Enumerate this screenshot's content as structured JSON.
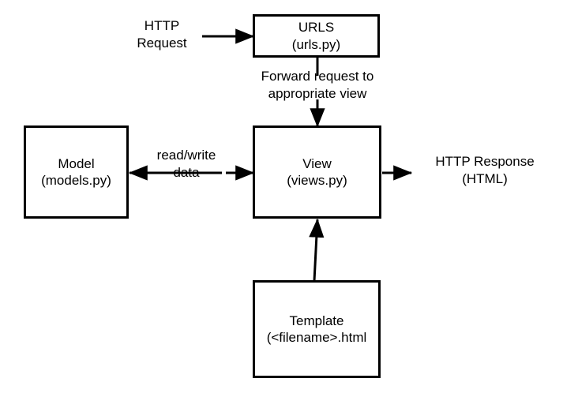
{
  "diagram": {
    "title": "Django MVT request/response flow",
    "background_color": "#ffffff",
    "stroke_color": "#000000",
    "text_color": "#000000",
    "nodes": [
      {
        "id": "urls",
        "line1": "URLS",
        "line2": "(urls.py)"
      },
      {
        "id": "model",
        "line1": "Model",
        "line2": "(models.py)"
      },
      {
        "id": "view",
        "line1": "View",
        "line2": "(views.py)"
      },
      {
        "id": "template",
        "line1": "Template",
        "line2": "(<filename>.html"
      }
    ],
    "edge_labels": [
      {
        "id": "http_request",
        "line1": "HTTP",
        "line2": "Request"
      },
      {
        "id": "forward",
        "line1": "Forward request to",
        "line2": "appropriate view"
      },
      {
        "id": "read_write",
        "line1": "read/write",
        "line2": "data"
      },
      {
        "id": "http_response",
        "line1": "HTTP Response",
        "line2": "(HTML)"
      }
    ]
  }
}
